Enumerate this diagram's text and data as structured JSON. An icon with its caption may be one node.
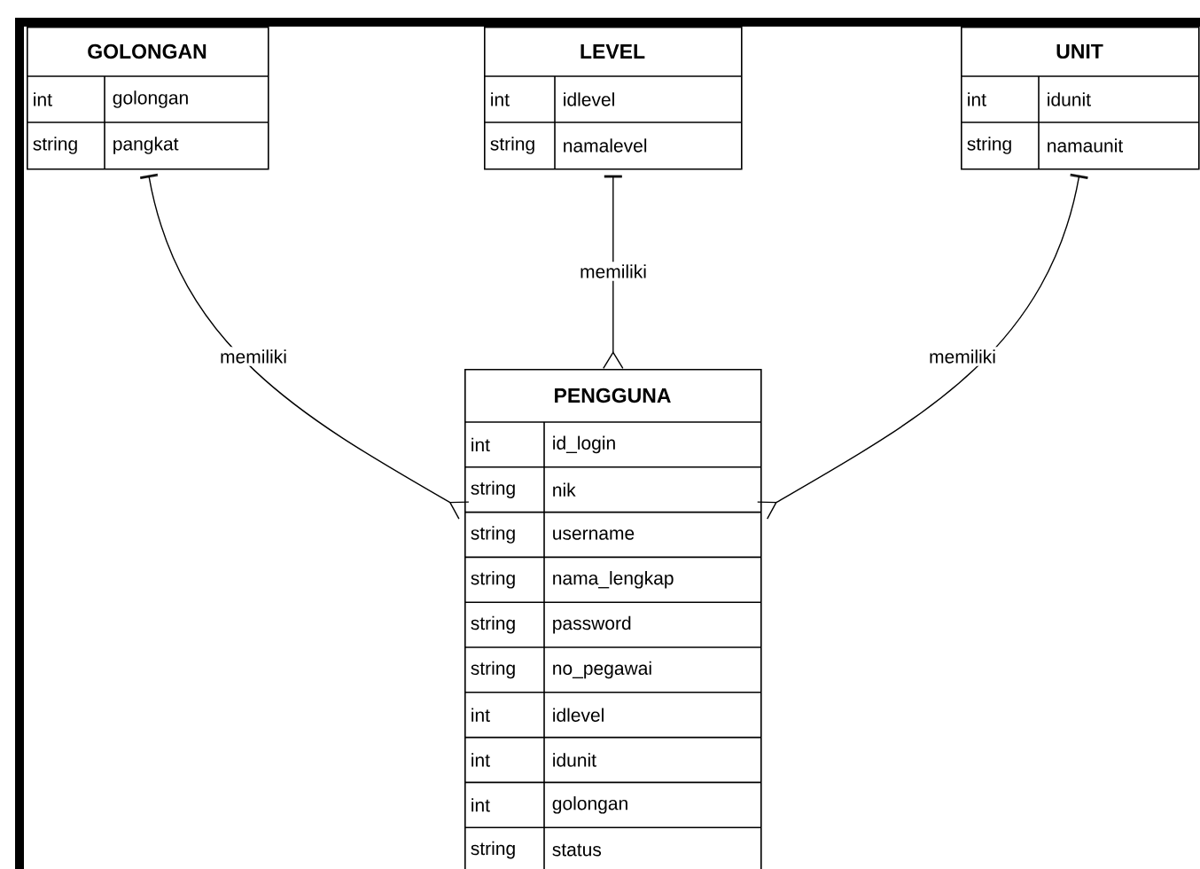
{
  "diagram": {
    "nodes": [
      {
        "text": [
          "GOLONGAN",
          "int",
          "golongan",
          "string",
          "pangkat"
        ]
      },
      {
        "text": [
          "LEVEL",
          "int",
          "idlevel",
          "string",
          "namalevel"
        ]
      },
      {
        "text": [
          "UNIT",
          "int",
          "idunit",
          "string",
          "namaunit"
        ]
      },
      {
        "text": [
          "PENGGUNA",
          "int",
          "id_login",
          "string",
          "nik",
          "string",
          "username",
          "string",
          "nama_lengkap",
          "string",
          "password",
          "string",
          "no_pegawai",
          "int",
          "idlevel",
          "int",
          "idunit",
          "int",
          "golongan",
          "string",
          "status"
        ]
      }
    ],
    "edges": [
      {
        "from": 0,
        "to": 3,
        "arrow": "other",
        "label": "memiliki"
      },
      {
        "from": 1,
        "to": 3,
        "arrow": "other",
        "label": "memiliki"
      },
      {
        "from": 2,
        "to": 3,
        "arrow": "other",
        "label": "memiliki"
      }
    ]
  }
}
